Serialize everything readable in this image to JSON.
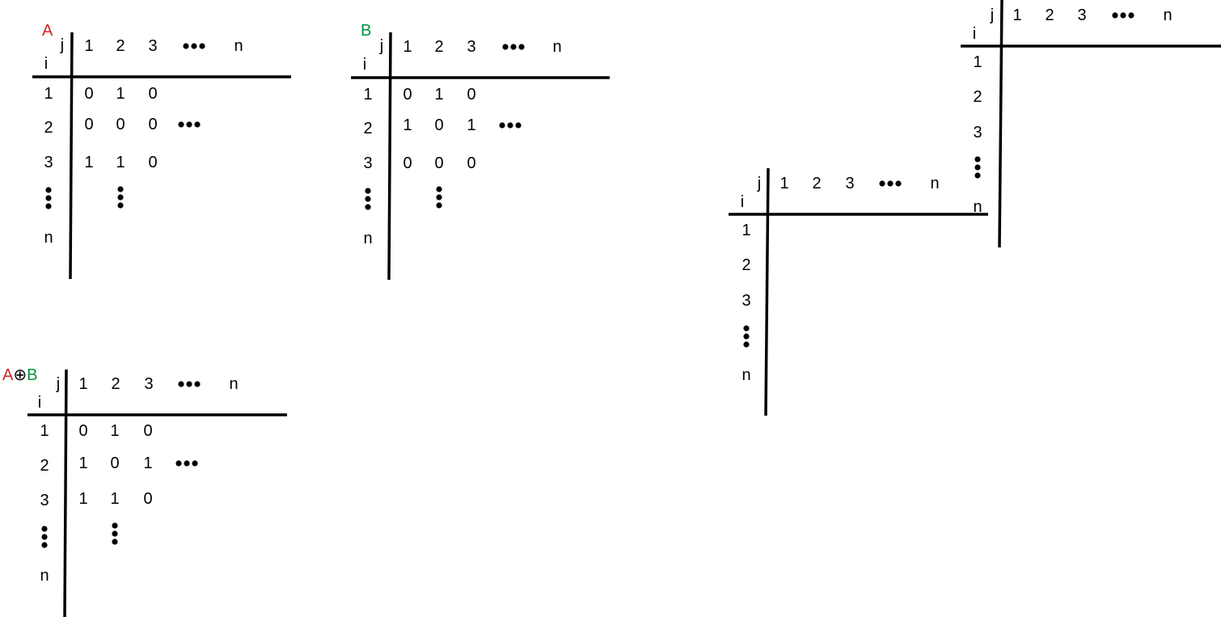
{
  "colors": {
    "a": "#d2232a",
    "b": "#00923f",
    "default": "#000000"
  },
  "tables": [
    {
      "id": "matrix-a",
      "title_parts": [
        {
          "text": "A",
          "color": "#d2232a"
        }
      ],
      "col_axis_label": "j",
      "row_axis_label": "i",
      "col_headers": [
        "1",
        "2",
        "3",
        "•••",
        "n"
      ],
      "row_headers": [
        "1",
        "2",
        "3",
        "⋮",
        "n"
      ],
      "cells": [
        [
          {
            "text": "0",
            "color": "#000000"
          },
          {
            "text": "1",
            "color": "#d2232a"
          },
          {
            "text": "0",
            "color": "#000000"
          }
        ],
        [
          {
            "text": "0",
            "color": "#000000"
          },
          {
            "text": "0",
            "color": "#000000"
          },
          {
            "text": "0",
            "color": "#000000"
          },
          {
            "text": "•••",
            "color": "#000000"
          }
        ],
        [
          {
            "text": "1",
            "color": "#d2232a"
          },
          {
            "text": "1",
            "color": "#d2232a"
          },
          {
            "text": "0",
            "color": "#000000"
          }
        ],
        [
          null,
          {
            "text": "⋮",
            "color": "#000000"
          }
        ]
      ]
    },
    {
      "id": "matrix-b",
      "title_parts": [
        {
          "text": "B",
          "color": "#00923f"
        }
      ],
      "col_axis_label": "j",
      "row_axis_label": "i",
      "col_headers": [
        "1",
        "2",
        "3",
        "•••",
        "n"
      ],
      "row_headers": [
        "1",
        "2",
        "3",
        "⋮",
        "n"
      ],
      "cells": [
        [
          {
            "text": "0",
            "color": "#000000"
          },
          {
            "text": "1",
            "color": "#00923f"
          },
          {
            "text": "0",
            "color": "#000000"
          }
        ],
        [
          {
            "text": "1",
            "color": "#00923f"
          },
          {
            "text": "0",
            "color": "#000000"
          },
          {
            "text": "1",
            "color": "#00923f"
          },
          {
            "text": "•••",
            "color": "#000000"
          }
        ],
        [
          {
            "text": "0",
            "color": "#000000"
          },
          {
            "text": "0",
            "color": "#000000"
          },
          {
            "text": "0",
            "color": "#000000"
          }
        ],
        [
          null,
          {
            "text": "⋮",
            "color": "#000000"
          }
        ]
      ]
    },
    {
      "id": "matrix-a-xor-b",
      "title_parts": [
        {
          "text": "A",
          "color": "#d2232a"
        },
        {
          "text": "⊕",
          "color": "#000000"
        },
        {
          "text": "B",
          "color": "#00923f"
        }
      ],
      "col_axis_label": "j",
      "row_axis_label": "i",
      "col_headers": [
        "1",
        "2",
        "3",
        "•••",
        "n"
      ],
      "row_headers": [
        "1",
        "2",
        "3",
        "⋮",
        "n"
      ],
      "cells": [
        [
          {
            "text": "0",
            "color": "#000000"
          },
          {
            "text": "1",
            "color": "#d2232a"
          },
          {
            "text": "0",
            "color": "#000000"
          }
        ],
        [
          {
            "text": "1",
            "color": "#00923f"
          },
          {
            "text": "0",
            "color": "#000000"
          },
          {
            "text": "1",
            "color": "#00923f"
          },
          {
            "text": "•••",
            "color": "#000000"
          }
        ],
        [
          {
            "text": "1",
            "color": "#d2232a"
          },
          {
            "text": "1",
            "color": "#d2232a"
          },
          {
            "text": "0",
            "color": "#000000"
          }
        ],
        [
          null,
          {
            "text": "⋮",
            "color": "#000000"
          }
        ]
      ]
    },
    {
      "id": "empty-matrix-upper",
      "title_parts": [],
      "col_axis_label": "j",
      "row_axis_label": "i",
      "col_headers": [
        "1",
        "2",
        "3",
        "•••",
        "n"
      ],
      "row_headers": [
        "1",
        "2",
        "3",
        "⋮",
        "n"
      ],
      "cells": []
    },
    {
      "id": "empty-matrix-lower",
      "title_parts": [],
      "col_axis_label": "j",
      "row_axis_label": "i",
      "col_headers": [
        "1",
        "2",
        "3",
        "•••",
        "n"
      ],
      "row_headers": [
        "1",
        "2",
        "3",
        "⋮",
        "n"
      ],
      "cells": []
    }
  ]
}
